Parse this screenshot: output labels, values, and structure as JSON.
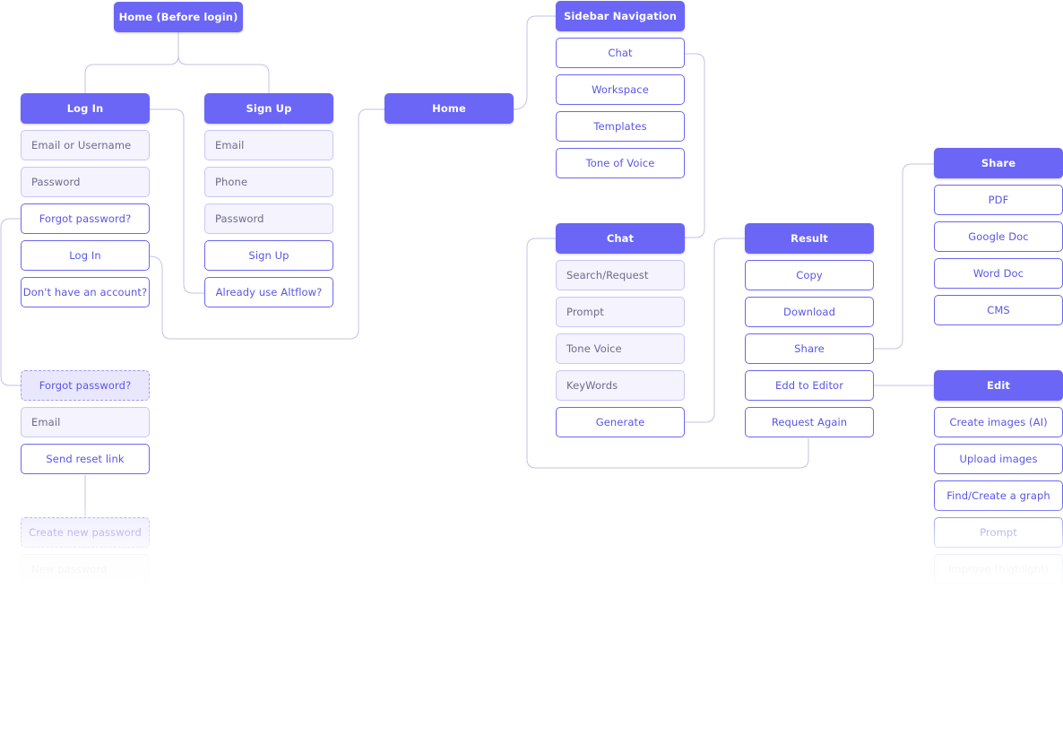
{
  "colors": {
    "accent": "#6B66F5",
    "button_text": "#5A55E6",
    "field_bg": "#F4F3FE",
    "field_border": "#C9C6F7",
    "dashed_bg": "#E9E7FD",
    "connector": "#C4C2E4"
  },
  "nodes": {
    "home_before_login": "Home (Before login)",
    "login": {
      "title": "Log In",
      "email_field": "Email or Username",
      "password_field": "Password",
      "forgot_button": "Forgot password?",
      "login_button": "Log In",
      "no_account_button": "Don't have an account?"
    },
    "signup": {
      "title": "Sign Up",
      "email_field": "Email",
      "phone_field": "Phone",
      "password_field": "Password",
      "signup_button": "Sign Up",
      "already_button": "Already use Altflow?"
    },
    "forgot": {
      "title": "Forgot password?",
      "email_field": "Email",
      "send_button": "Send reset link"
    },
    "create_password": {
      "title": "Create new password",
      "new_password_field": "New password"
    },
    "home": "Home",
    "sidebar": {
      "title": "Sidebar Navigation",
      "items": [
        "Chat",
        "Workspace",
        "Templates",
        "Tone of Voice"
      ]
    },
    "chat": {
      "title": "Chat",
      "fields": [
        "Search/Request",
        "Prompt",
        "Tone Voice",
        "KeyWords"
      ],
      "generate_button": "Generate"
    },
    "result": {
      "title": "Result",
      "buttons": [
        "Copy",
        "Download",
        "Share",
        "Edd to Editor",
        "Request Again"
      ]
    },
    "share": {
      "title": "Share",
      "buttons": [
        "PDF",
        "Google Doc",
        "Word Doc",
        "CMS"
      ]
    },
    "edit": {
      "title": "Edit",
      "buttons": [
        "Create images (AI)",
        "Upload images",
        "Find/Create a graph",
        "Prompt",
        "Improve (highlight)"
      ]
    }
  }
}
